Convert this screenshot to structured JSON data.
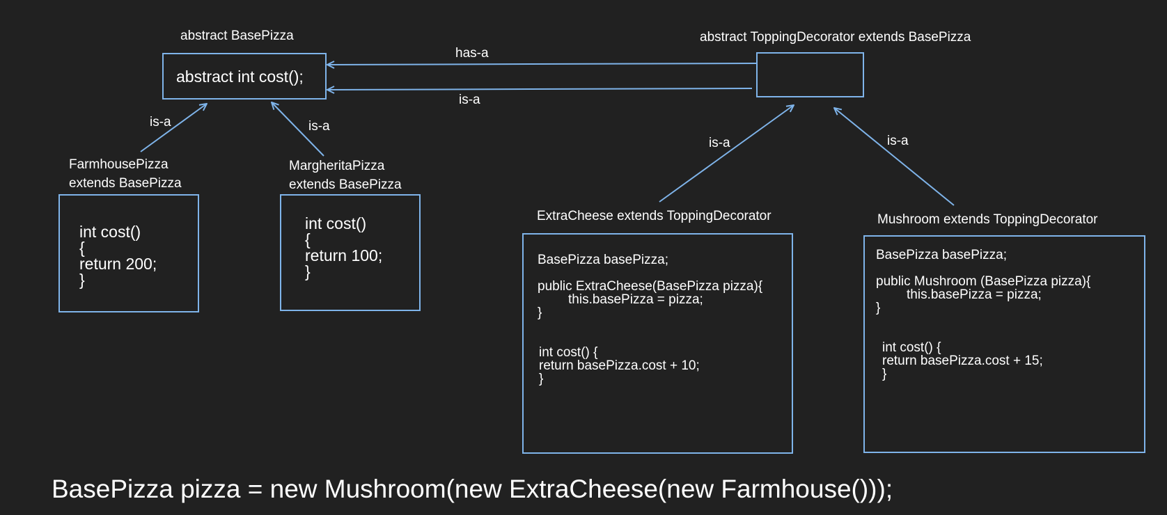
{
  "colors": {
    "background": "#212121",
    "line": "#7fb4ea",
    "text": "#ffffff"
  },
  "labels": {
    "base_pizza": "abstract BasePizza",
    "topping_decorator": "abstract ToppingDecorator extends BasePizza",
    "farmhouse": [
      "FarmhousePizza",
      "extends BasePizza"
    ],
    "margherita": [
      "MargheritaPizza",
      "extends BasePizza"
    ],
    "extra_cheese": "ExtraCheese extends ToppingDecorator",
    "mushroom": "Mushroom extends ToppingDecorator"
  },
  "edges": {
    "has_a": "has-a",
    "is_a_decorator_base": "is-a",
    "is_a_farmhouse": "is-a",
    "is_a_margherita": "is-a",
    "is_a_extra_cheese": "is-a",
    "is_a_mushroom": "is-a"
  },
  "code": {
    "base_pizza": "abstract int cost();",
    "farmhouse": [
      "int cost()",
      "{",
      "return 200;",
      "}"
    ],
    "margherita": [
      "int cost()",
      "{",
      "return 100;",
      "}"
    ],
    "extra_cheese": [
      "BasePizza basePizza;",
      "",
      "public ExtraCheese(BasePizza pizza){",
      "this.basePizza = pizza;",
      "}",
      "",
      "",
      "int cost() {",
      "return basePizza.cost + 10;",
      "}"
    ],
    "mushroom": [
      "BasePizza basePizza;",
      "",
      "public Mushroom (BasePizza pizza){",
      "this.basePizza = pizza;",
      "}",
      "",
      "",
      "int cost() {",
      "return basePizza.cost + 15;",
      "}"
    ]
  },
  "footer": "BasePizza pizza = new Mushroom(new ExtraCheese(new Farmhouse()));"
}
